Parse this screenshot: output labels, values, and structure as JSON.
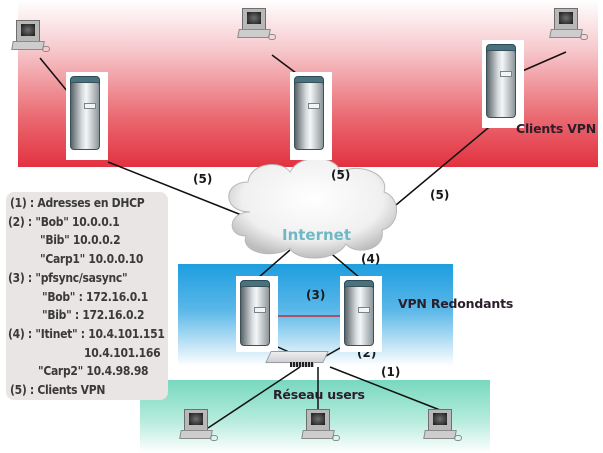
{
  "zones": {
    "clients_vpn": {
      "label": "Clients VPN",
      "color": "#e2323f"
    },
    "vpn_redondants": {
      "label": "VPN Redondants",
      "color": "#1e9ee0"
    },
    "reseau_users": {
      "label": "Réseau users",
      "color": "#78d8bf"
    }
  },
  "cloud": {
    "label": "Internet",
    "color": "#6fb8c4"
  },
  "link_labels": {
    "l5_left": "(5)",
    "l5_middle": "(5)",
    "l5_right": "(5)",
    "l4": "(4)",
    "l3": "(3)",
    "l2": "(2)",
    "l1": "(1)"
  },
  "legend": {
    "lines": [
      "(1) : Adresses en DHCP",
      "(2) : \"Bob\" 10.0.0.1",
      "\"Bib\" 10.0.0.2",
      "\"Carp1\" 10.0.0.10",
      "(3) : \"pfsync/sasync\"",
      "\"Bob\" : 172.16.0.1",
      "\"Bib\" : 172.16.0.2",
      "(4) : \"Itinet\" : 10.4.101.151",
      "10.4.101.166",
      "\"Carp2\" 10.4.98.98",
      "(5) : Clients VPN"
    ]
  },
  "nodes": {
    "client_servers": [
      "client-server-left",
      "client-server-middle",
      "client-server-right"
    ],
    "client_pcs": [
      "client-pc-left",
      "client-pc-middle",
      "client-pc-right"
    ],
    "vpn_servers": [
      "Bob",
      "Bib"
    ],
    "user_pcs": [
      "user-pc-left",
      "user-pc-middle",
      "user-pc-right"
    ]
  }
}
